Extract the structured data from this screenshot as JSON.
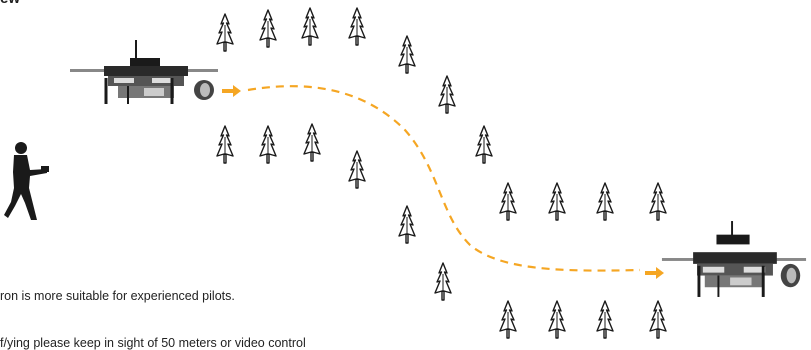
{
  "header": {
    "word": "ew"
  },
  "caption": {
    "line1": "ron is more suitable for experienced pilots.",
    "line2": "f/ying please keep in sight of 50 meters or video control"
  },
  "colors": {
    "path": "#f5a623",
    "arrow": "#f5a623",
    "ink": "#1a1a1a"
  },
  "icons": {
    "tree": "pine-tree-icon",
    "drone": "quadcopter-drone-icon",
    "pilot": "pilot-silhouette-icon",
    "arrow": "direction-arrow-icon"
  }
}
